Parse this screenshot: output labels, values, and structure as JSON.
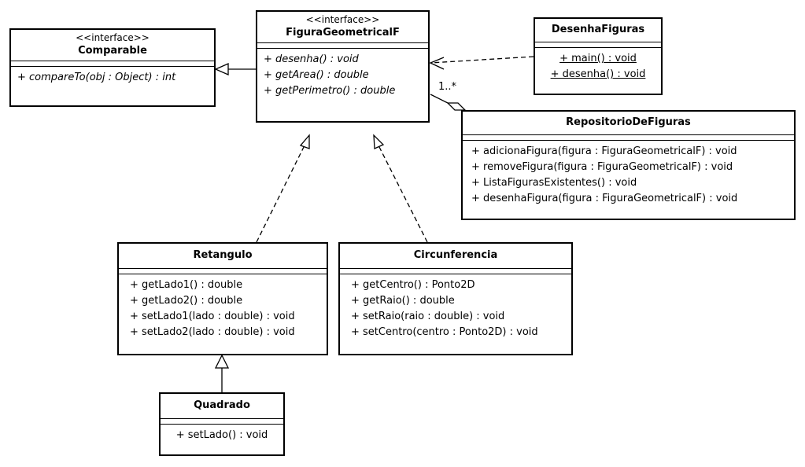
{
  "classes": {
    "comparable": {
      "stereotype": "<<interface>>",
      "name": "Comparable",
      "operations": [
        "+ compareTo(obj : Object) : int"
      ]
    },
    "figura": {
      "stereotype": "<<interface>>",
      "name": "FiguraGeometricalF",
      "operations": [
        "+ desenha() : void",
        "+ getArea() : double",
        "+ getPerimetro() : double"
      ]
    },
    "desenha": {
      "name": "DesenhaFiguras",
      "operations": [
        "+ main() : void",
        "+ desenha() : void"
      ]
    },
    "repositorio": {
      "name": "RepositorioDeFiguras",
      "operations": [
        "+ adicionaFigura(figura : FiguraGeometricalF) : void",
        "+ removeFigura(figura : FiguraGeometricalF) : void",
        "+ ListaFigurasExistentes() : void",
        "+ desenhaFigura(figura : FiguraGeometricalF) : void"
      ]
    },
    "retangulo": {
      "name": "Retangulo",
      "operations": [
        "+ getLado1() : double",
        "+ getLado2() : double",
        "+ setLado1(lado : double) : void",
        "+ setLado2(lado : double) : void"
      ]
    },
    "circunferencia": {
      "name": "Circunferencia",
      "operations": [
        "+ getCentro() : Ponto2D",
        "+ getRaio() : double",
        "+ setRaio(raio : double) : void",
        "+ setCentro(centro : Ponto2D) : void"
      ]
    },
    "quadrado": {
      "name": "Quadrado",
      "operations": [
        "+ setLado() : void"
      ]
    }
  },
  "relations": {
    "aggregation_multiplicity": "1..*"
  }
}
